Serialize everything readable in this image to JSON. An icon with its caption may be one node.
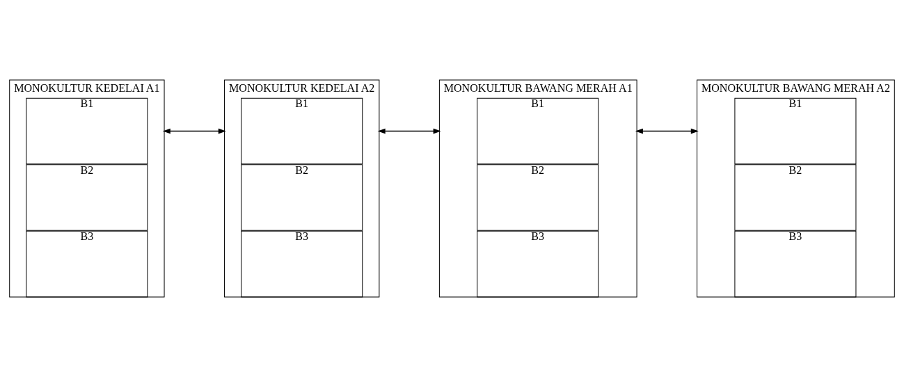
{
  "diagram": {
    "nodes": [
      {
        "text": [
          "MONOKULTUR KEDELAI A1"
        ]
      },
      {
        "text": [
          "B1"
        ],
        "in": 0
      },
      {
        "text": [
          "B2"
        ],
        "in": 0
      },
      {
        "text": [
          "B3"
        ],
        "in": 0
      },
      {
        "text": [
          "MONOKULTUR KEDELAI A2"
        ]
      },
      {
        "text": [
          "B1"
        ],
        "in": 4
      },
      {
        "text": [
          "B2"
        ],
        "in": 4
      },
      {
        "text": [
          "B3"
        ],
        "in": 4
      },
      {
        "text": [
          "MONOKULTUR BAWANG MERAH A1"
        ]
      },
      {
        "text": [
          "B1"
        ],
        "in": 8
      },
      {
        "text": [
          "B2"
        ],
        "in": 8
      },
      {
        "text": [
          "B3"
        ],
        "in": 8
      },
      {
        "text": [
          "MONOKULTUR BAWANG MERAH A2"
        ]
      },
      {
        "text": [
          "B1"
        ],
        "in": 12
      },
      {
        "text": [
          "B2"
        ],
        "in": 12
      },
      {
        "text": [
          "B3"
        ],
        "in": 12
      }
    ],
    "edges": [
      {
        "from": 0,
        "to": 4,
        "arrow": "both"
      },
      {
        "from": 4,
        "to": 8,
        "arrow": "both"
      },
      {
        "from": 8,
        "to": 12,
        "arrow": "both"
      }
    ]
  }
}
